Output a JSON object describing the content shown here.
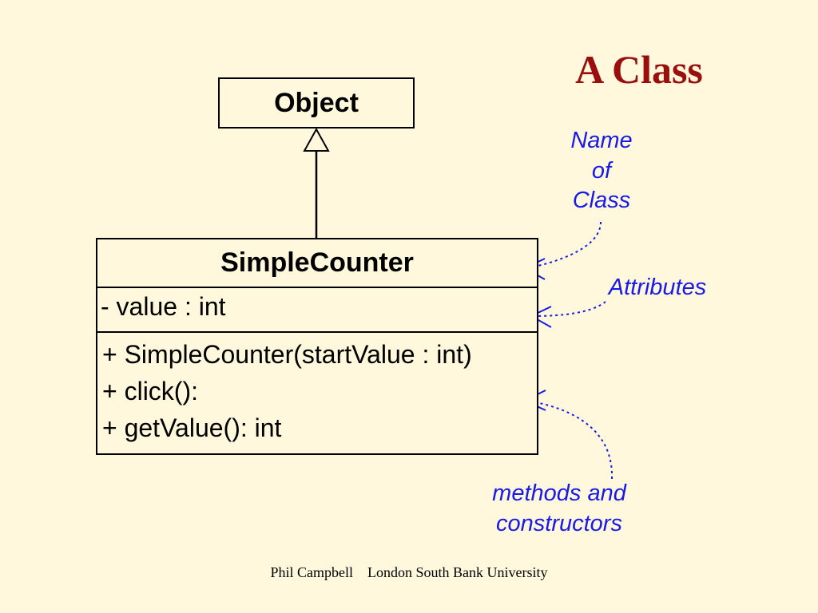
{
  "slide": {
    "title": "A Class",
    "footer": "Phil Campbell    London South Bank University"
  },
  "diagram": {
    "superclass": {
      "name": "Object"
    },
    "class": {
      "name": "SimpleCounter",
      "attributes": [
        "- value : int"
      ],
      "methods": [
        "+ SimpleCounter(startValue : int)",
        "+ click():",
        "+ getValue(): int"
      ]
    },
    "annotations": {
      "name_of_class": [
        "Name",
        "of",
        "Class"
      ],
      "attributes": [
        "Attributes"
      ],
      "methods_and_constructors": [
        "methods and",
        "constructors"
      ]
    },
    "colors": {
      "background": "#FFF8DC",
      "title": "#9B0E0E",
      "annotation": "#1A1AE6",
      "box": "#000000"
    }
  }
}
